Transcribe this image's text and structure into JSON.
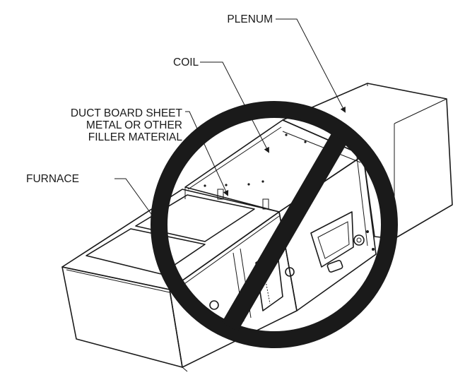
{
  "labels": {
    "plenum": "PLENUM",
    "coil": "COIL",
    "duct_board_line1": "DUCT BOARD SHEET",
    "duct_board_line2": "METAL OR OTHER",
    "duct_board_line3": "FILLER MATERIAL",
    "furnace": "FURNACE"
  },
  "colors": {
    "line": "#1a1a1a",
    "prohibition_symbol": "#1a1a1a",
    "background": "#ffffff"
  },
  "symbol": "prohibition-sign"
}
